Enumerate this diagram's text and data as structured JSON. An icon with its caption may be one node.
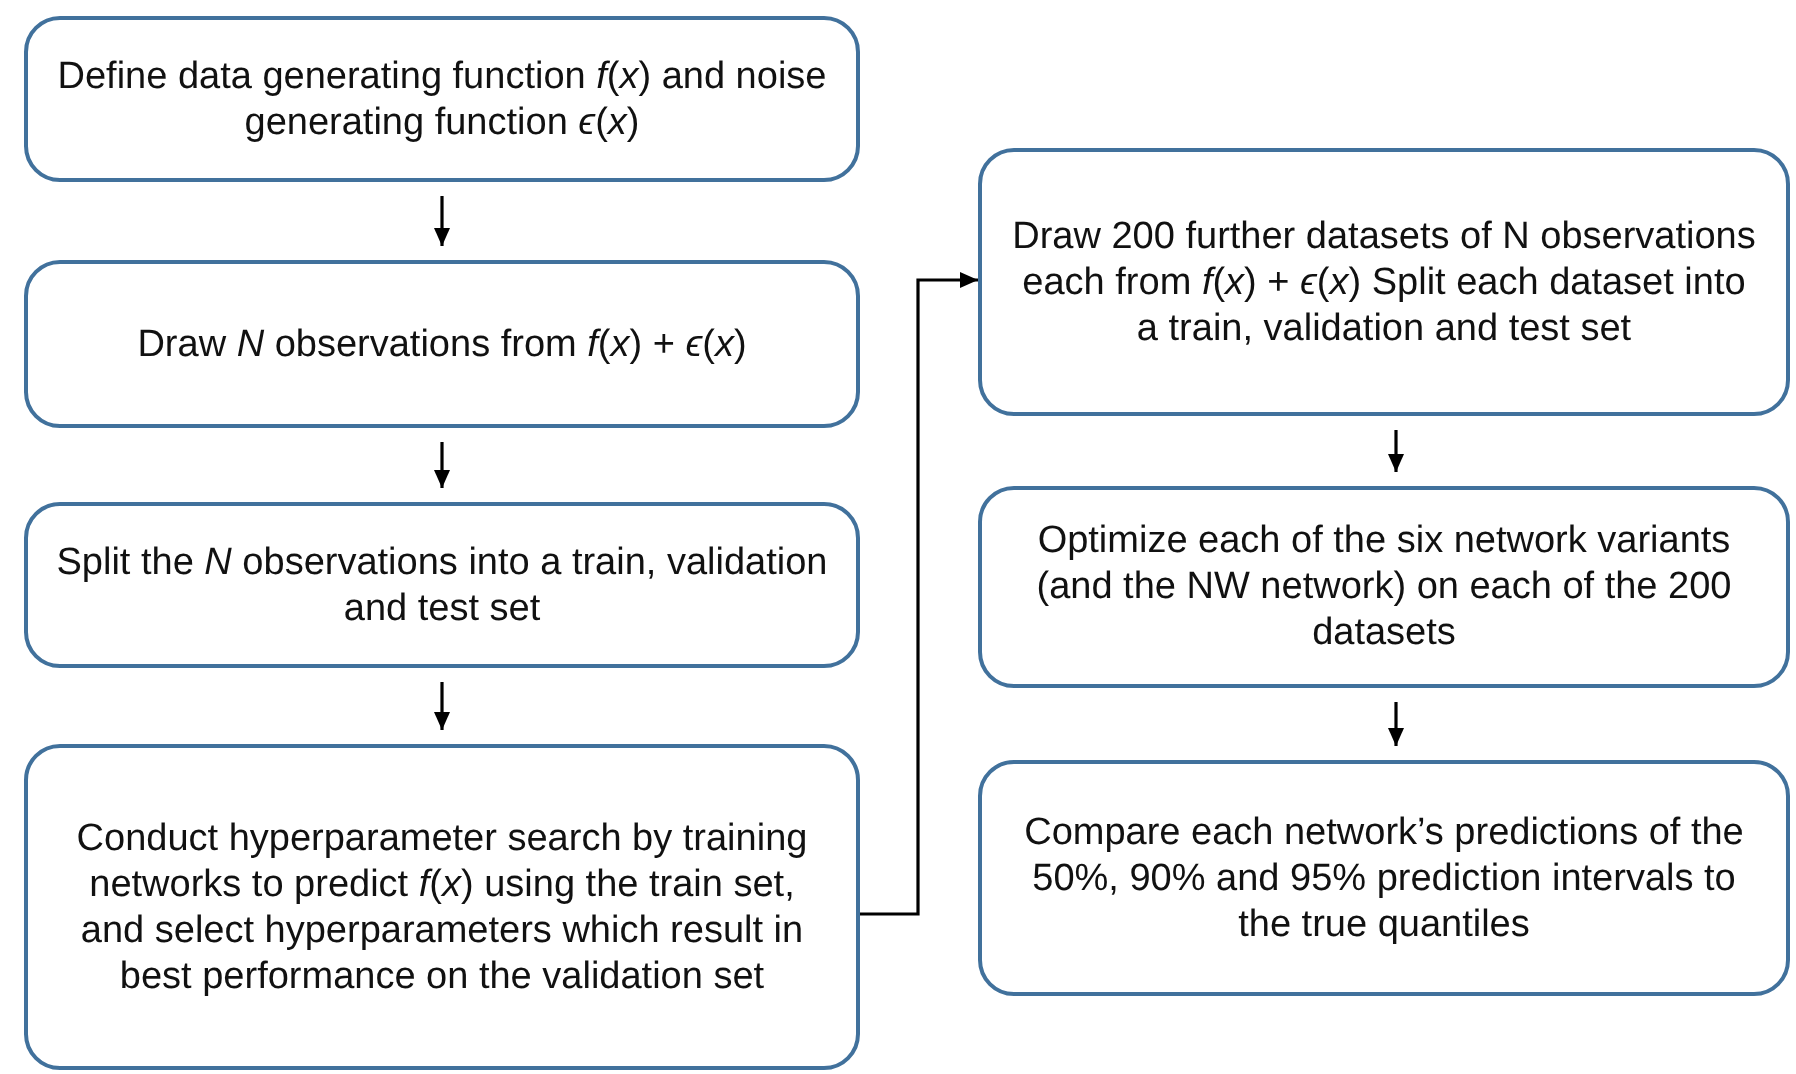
{
  "diagram": {
    "nodes": [
      {
        "text": [
          "Define data generating function *f*(*x*) and noise generating function *ϵ*(*x*)"
        ]
      },
      {
        "text": [
          "Draw *N* observations from *f*(*x*) + *ϵ*(*x*)"
        ]
      },
      {
        "text": [
          "Split the *N* observations into a train, validation and test set"
        ]
      },
      {
        "text": [
          "Conduct hyperparameter search by training networks to predict *f*(*x*) using the train set, and select hyperparameters which result in best performance on the validation set"
        ]
      },
      {
        "text": [
          "Draw 200 further datasets of N observations each from *f*(*x*) + *ϵ*(*x*) Split each dataset into a train, validation and test set"
        ]
      },
      {
        "text": [
          "Optimize each of the six network variants (and the NW network) on each of the 200 datasets"
        ]
      },
      {
        "text": [
          "Compare each network’s predictions of the 50%, 90% and 95% prediction intervals to the true quantiles"
        ]
      }
    ],
    "edges": [
      {
        "from": 0,
        "to": 1,
        "arrow": "to"
      },
      {
        "from": 1,
        "to": 2,
        "arrow": "to"
      },
      {
        "from": 2,
        "to": 3,
        "arrow": "to"
      },
      {
        "from": 3,
        "to": 4,
        "arrow": "to"
      },
      {
        "from": 4,
        "to": 5,
        "arrow": "to"
      },
      {
        "from": 5,
        "to": 6,
        "arrow": "to"
      }
    ]
  }
}
